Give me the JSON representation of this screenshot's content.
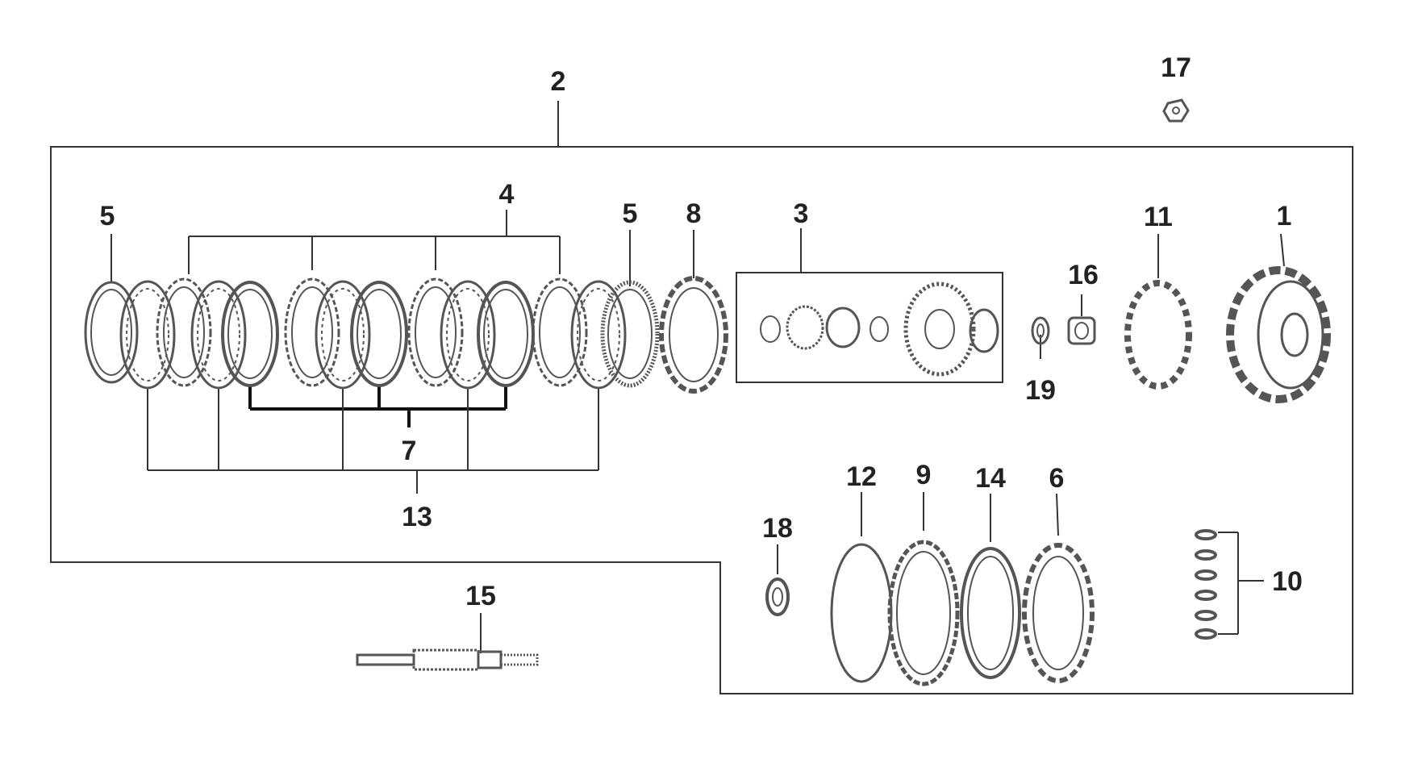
{
  "labels": {
    "p1": "1",
    "p2": "2",
    "p3": "3",
    "p4": "4",
    "p5a": "5",
    "p5b": "5",
    "p6": "6",
    "p7": "7",
    "p8": "8",
    "p9": "9",
    "p10": "10",
    "p11": "11",
    "p12": "12",
    "p13": "13",
    "p14": "14",
    "p15": "15",
    "p16": "16",
    "p17": "17",
    "p18": "18",
    "p19": "19"
  },
  "colors": {
    "ink": "#222222",
    "line": "#333333",
    "part": "#555555",
    "background": "#ffffff"
  }
}
